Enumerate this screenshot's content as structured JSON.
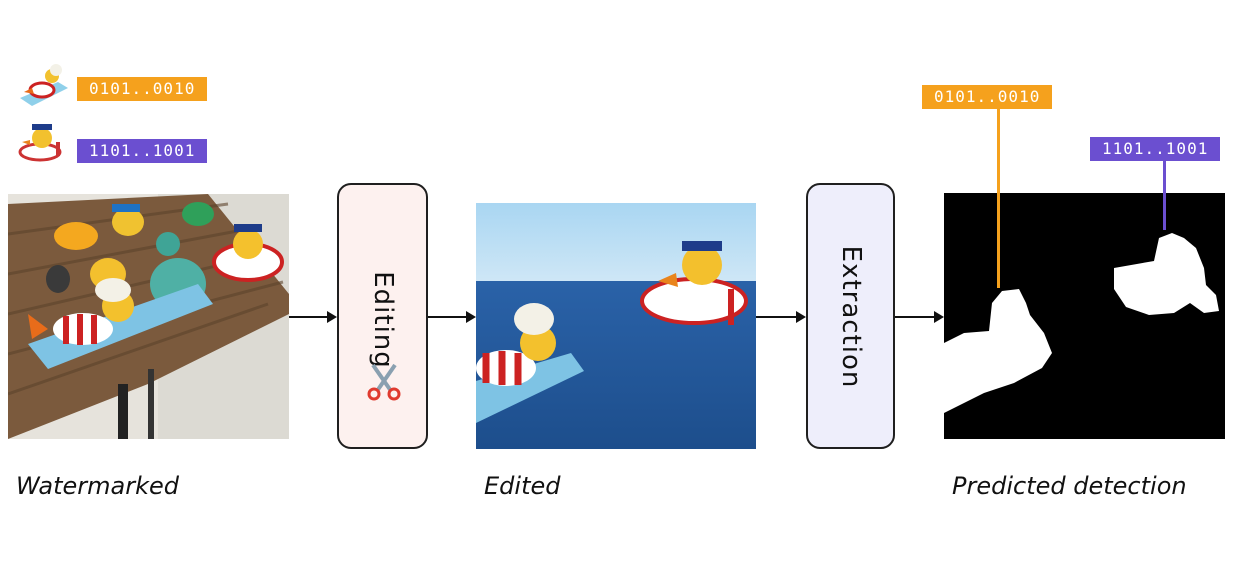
{
  "legend": {
    "items": [
      {
        "icon": "duck-on-float-icon",
        "code": "0101..0010",
        "color": "#f5a11d"
      },
      {
        "icon": "sailor-duck-icon",
        "code": "1101..1001",
        "color": "#6b4fd0"
      }
    ]
  },
  "stages": {
    "watermarked_label": "Watermarked",
    "edited_label": "Edited",
    "detection_label": "Predicted detection"
  },
  "boxes": {
    "editing_label": "Editing",
    "editing_icon": "scissors-icon",
    "extraction_label": "Extraction"
  },
  "detection": {
    "code_orange": "0101..0010",
    "code_purple": "1101..1001"
  },
  "colors": {
    "orange": "#f5a11d",
    "purple": "#6b4fd0",
    "editing_box_fill": "#fdf1ef",
    "extraction_box_fill": "#eeeefb"
  }
}
